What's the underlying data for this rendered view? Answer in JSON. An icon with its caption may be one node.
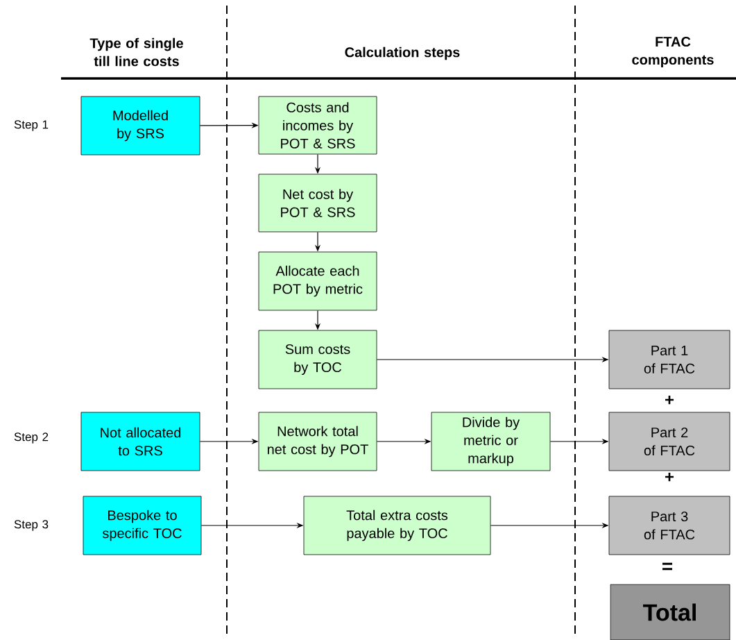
{
  "diagram": {
    "nodes": [
      {
        "text": [
          "Modelled by SRS"
        ]
      },
      {
        "text": [
          "Costs and incomes by POT & SRS"
        ]
      },
      {
        "text": [
          "Net cost by POT & SRS"
        ]
      },
      {
        "text": [
          "Allocate each POT by metric"
        ]
      },
      {
        "text": [
          "Sum costs by TOC"
        ]
      },
      {
        "text": [
          "Part 1 of FTAC"
        ]
      },
      {
        "text": [
          "Not allocated to SRS"
        ]
      },
      {
        "text": [
          "Network total net cost by POT"
        ]
      },
      {
        "text": [
          "Divide by metric or markup"
        ]
      },
      {
        "text": [
          "Part 2 of FTAC"
        ]
      },
      {
        "text": [
          "Bespoke to specific TOC"
        ]
      },
      {
        "text": [
          "Total extra costs payable by TOC"
        ]
      },
      {
        "text": [
          "Part 3 of FTAC"
        ]
      },
      {
        "text": [
          "Total"
        ]
      }
    ],
    "edges": [
      {
        "from": 0,
        "to": 1,
        "arrow": "to"
      },
      {
        "from": 1,
        "to": 2,
        "arrow": "to"
      },
      {
        "from": 2,
        "to": 3,
        "arrow": "to"
      },
      {
        "from": 3,
        "to": 4,
        "arrow": "to"
      },
      {
        "from": 4,
        "to": 5,
        "arrow": "to"
      },
      {
        "from": 6,
        "to": 7,
        "arrow": "to"
      },
      {
        "from": 7,
        "to": 8,
        "arrow": "to"
      },
      {
        "from": 8,
        "to": 9,
        "arrow": "to"
      },
      {
        "from": 10,
        "to": 11,
        "arrow": "to"
      },
      {
        "from": 11,
        "to": 12,
        "arrow": "to"
      }
    ],
    "labels": [
      "Type of single till line costs",
      "Calculation steps",
      "FTAC components",
      "Step 1",
      "+",
      "Step 2",
      "+",
      "Step 3",
      "="
    ]
  }
}
